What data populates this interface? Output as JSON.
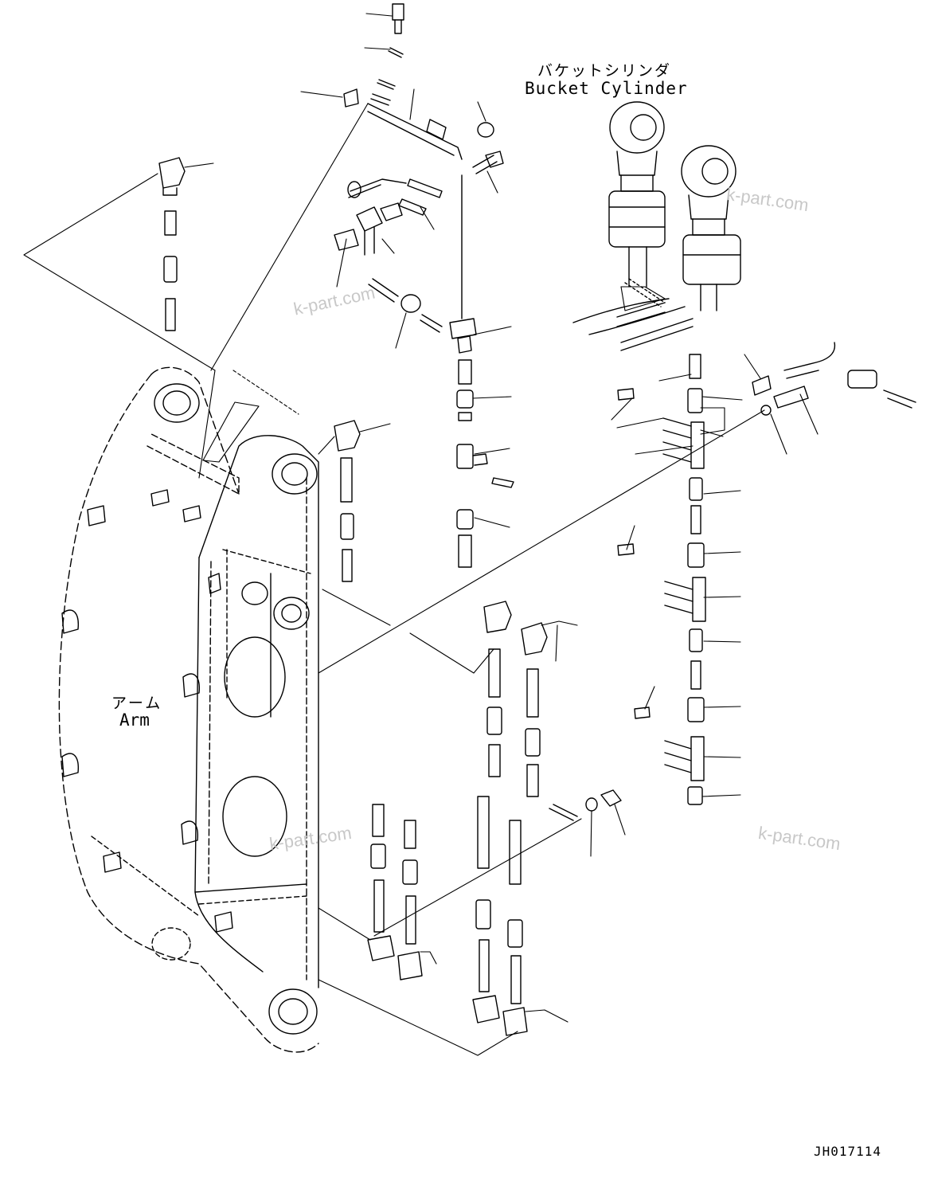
{
  "labels": {
    "bucket_cylinder_jp": "バケットシリンダ",
    "bucket_cylinder_en": "Bucket Cylinder",
    "arm_jp": "アーム",
    "arm_en": "Arm"
  },
  "drawing_code": "JH017114",
  "watermarks": [
    "k-part.com",
    "k-part.com",
    "k-part.com",
    "k-part.com"
  ],
  "colors": {
    "line": "#000000",
    "watermark": "#c8c8c8",
    "background": "#ffffff"
  }
}
